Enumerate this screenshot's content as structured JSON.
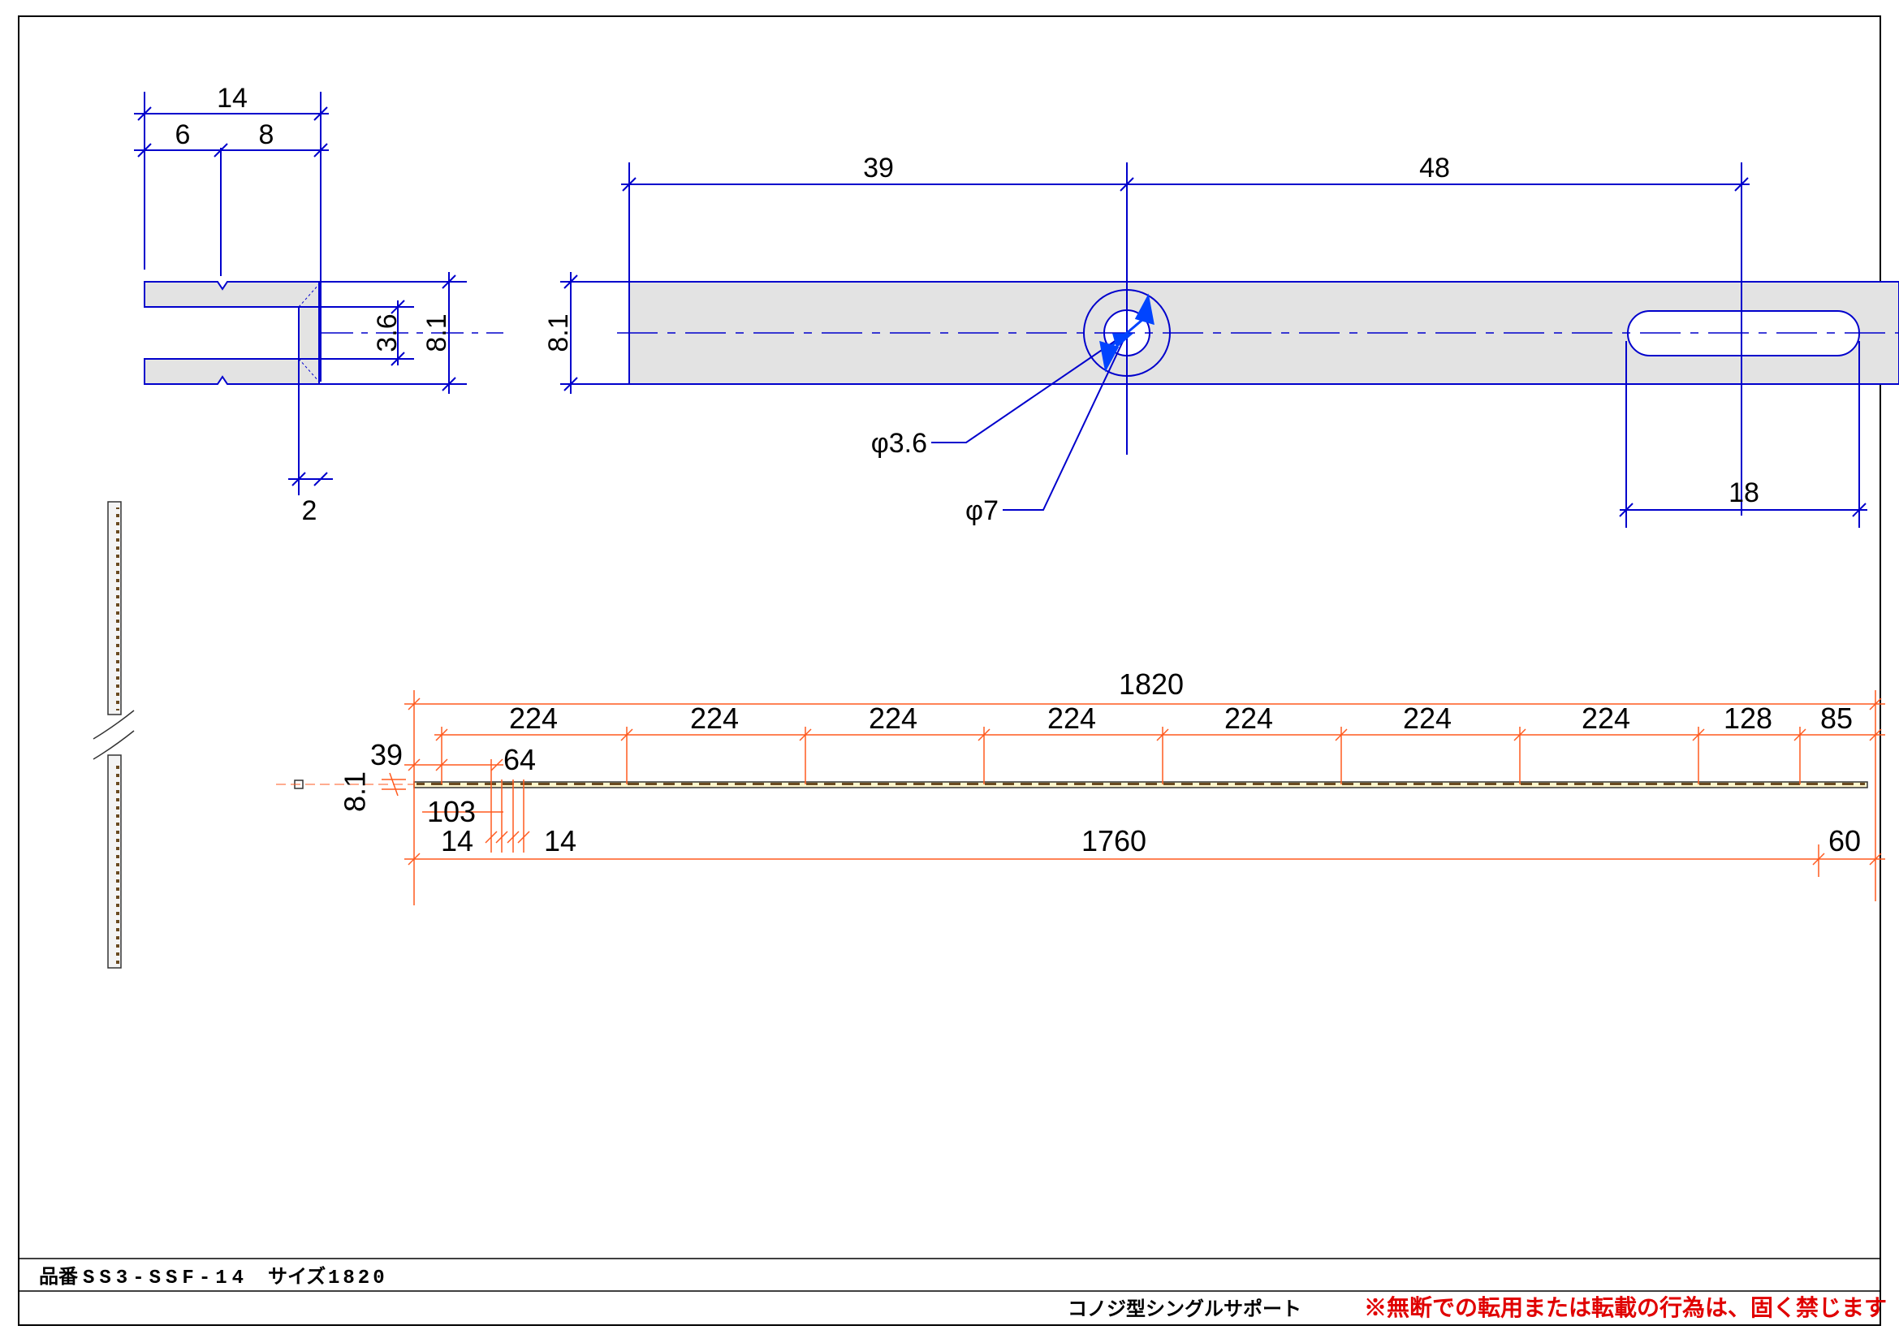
{
  "colors": {
    "dimension_blue": "#0000cc",
    "dimension_orange": "#ff5a1f",
    "part_fill": "#e3e3e3",
    "outline": "#0000cc",
    "warning_red": "#e00000",
    "arrow_blue": "#0044ff"
  },
  "profile_view": {
    "dims": {
      "total_width": "14",
      "left_width": "6",
      "right_width": "8",
      "slot_height": "3.6",
      "height": "8.1",
      "lip": "2"
    }
  },
  "top_view": {
    "dims": {
      "hole_offset": "39",
      "slot_offset": "48",
      "height": "8.1",
      "slot_length": "18",
      "inner_diameter": "φ3.6",
      "outer_diameter": "φ7"
    }
  },
  "length_view": {
    "overall_length": "1820",
    "pitches": [
      "224",
      "224",
      "224",
      "224",
      "224",
      "224",
      "224",
      "128",
      "85"
    ],
    "left_offset": "39",
    "second_offset": "64",
    "height": "8.1",
    "hole_offset": "103",
    "left_small_a": "14",
    "left_small_b": "14",
    "bottom_length": "1760",
    "right_end": "60"
  },
  "title_block": {
    "part_number_label": "品番",
    "part_number": "SS3-SSF-14",
    "size_label": "サイズ",
    "size_value": "1820",
    "product_name": "コノジ型シングルサポート",
    "warning": "※無断での転用または転載の行為は、固く禁じます"
  }
}
